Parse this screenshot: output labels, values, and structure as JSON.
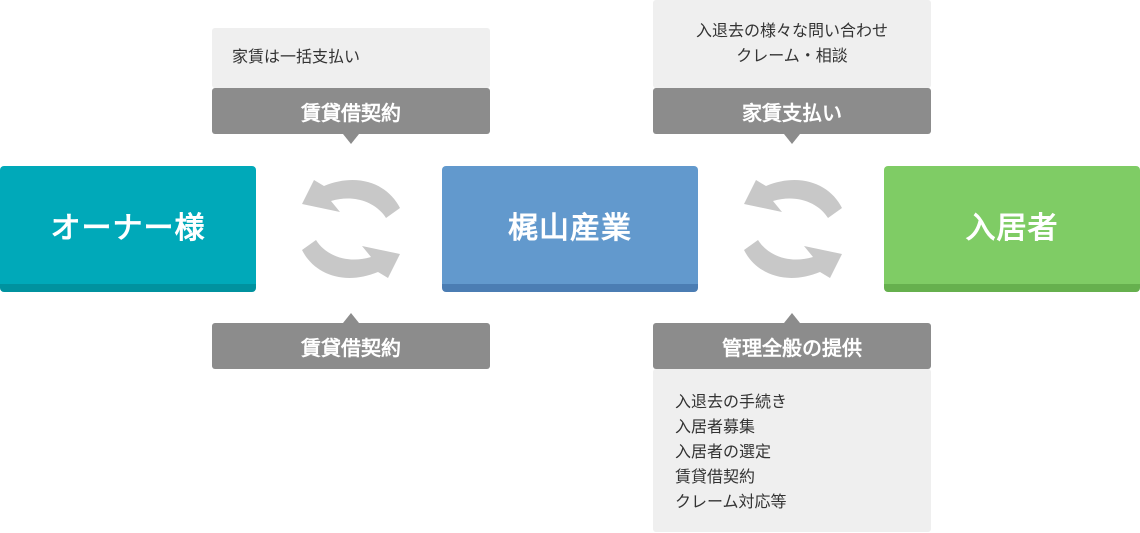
{
  "entities": {
    "owner": "オーナー様",
    "company": "梶山産業",
    "tenant": "入居者"
  },
  "left_top": {
    "note": "家賃は一括支払い",
    "bar": "賃貸借契約"
  },
  "left_bottom": {
    "bar": "賃貸借契約"
  },
  "right_top": {
    "note_lines": [
      "入退去の様々な問い合わせ",
      "クレーム・相談"
    ],
    "bar": "家賃支払い"
  },
  "right_bottom": {
    "bar": "管理全般の提供",
    "items": [
      "入退去の手続き",
      "入居者募集",
      "入居者の選定",
      "賃貸借契約",
      "クレーム対応等"
    ]
  },
  "colors": {
    "owner": "#00a9b9",
    "company": "#6299cd",
    "tenant": "#7fcc65",
    "bar": "#8c8c8c",
    "note_bg": "#efefef",
    "arrow": "#c8c8c8"
  }
}
